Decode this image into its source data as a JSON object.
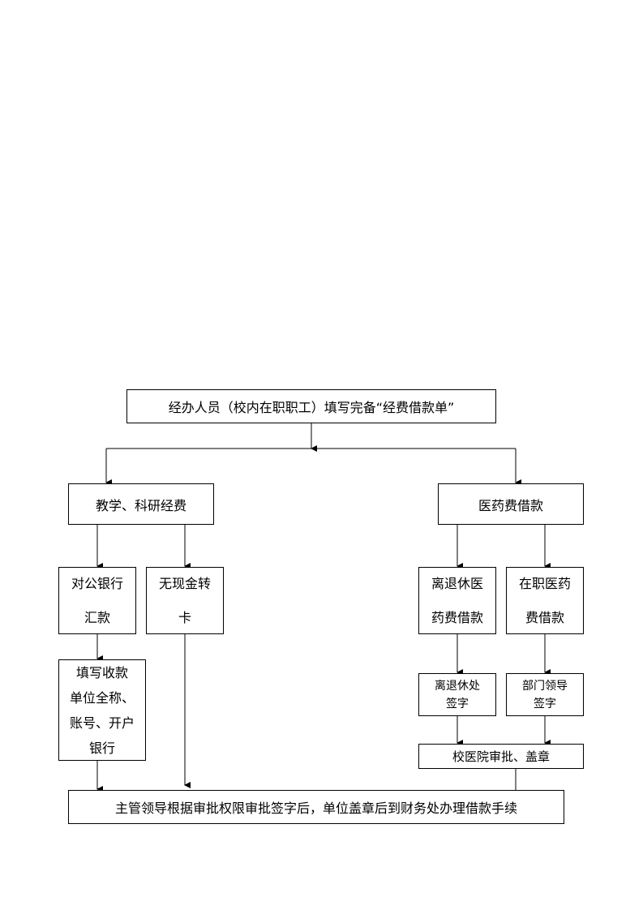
{
  "flow": {
    "start": "经办人员（校内在职职工）填写完备“经费借款单”",
    "teaching_research": "教学、科研经费",
    "medical_loan": "医药费借款",
    "public_bank": [
      "对公银行",
      "汇款"
    ],
    "no_cash": [
      "无现金转",
      "卡"
    ],
    "fill_info": [
      "填写收款",
      "单位全称、",
      "账号、开户",
      "银行"
    ],
    "retired_medical": [
      "离退休医",
      "药费借款"
    ],
    "active_medical": [
      "在职医药",
      "费借款"
    ],
    "retired_office_sign": [
      "离退休处",
      "签字"
    ],
    "dept_leader_sign": [
      "部门领导",
      "签字"
    ],
    "hospital_approve": "校医院审批、盖章",
    "final": "主管领导根据审批权限审批签字后，单位盖章后到财务处办理借款手续"
  }
}
